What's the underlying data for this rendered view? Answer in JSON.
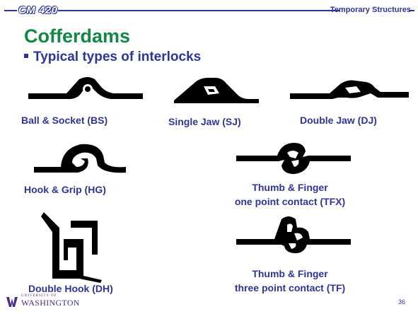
{
  "header": {
    "course": "CM 420",
    "subject": "Temporary Structures"
  },
  "slide": {
    "title": "Cofferdams",
    "bullet": "Typical types of interlocks",
    "page_number": "36"
  },
  "interlocks": [
    {
      "label": "Ball & Socket (BS)"
    },
    {
      "label": "Single Jaw (SJ)"
    },
    {
      "label": "Double Jaw (DJ)"
    },
    {
      "label": "Hook & Grip (HG)"
    },
    {
      "line1": "Thumb & Finger",
      "line2": "one point contact (TFX)"
    },
    {
      "label": "Double Hook (DH)"
    },
    {
      "line1": "Thumb & Finger",
      "line2": "three point contact (TF)"
    }
  ],
  "footer": {
    "logo_text": "WASHINGTON",
    "logo_small": "UNIVERSITY OF"
  },
  "colors": {
    "header_blue": "#2f3596",
    "title_green": "#118844",
    "text_blue": "#2f3596"
  }
}
